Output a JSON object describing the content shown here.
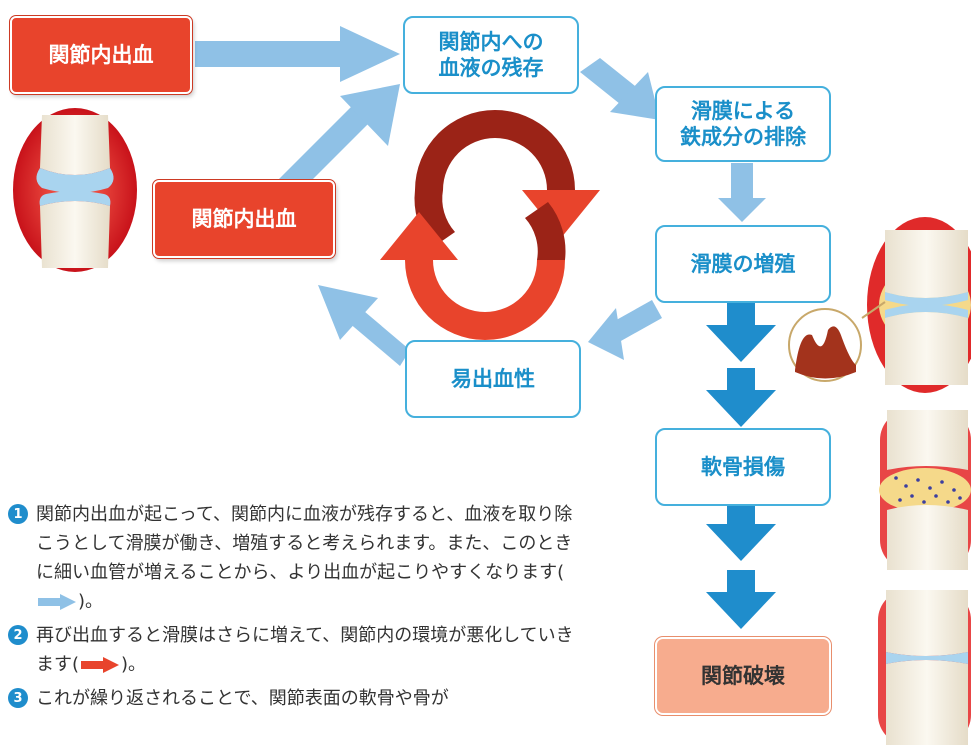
{
  "boxes": {
    "top_left_bleed": "関節内出血",
    "residual_blood": "関節内への\n血液の残存",
    "iron_removal": "滑膜による\n鉄成分の排除",
    "mid_left_bleed": "関節内出血",
    "synovial_growth": "滑膜の増殖",
    "bleeding_tendency": "易出血性",
    "cartilage_damage": "軟骨損傷",
    "joint_destruction": "関節破壊"
  },
  "notes": [
    {
      "num": "1",
      "text": "関節内出血が起こって、関節内に血液が残存すると、血液を取り除こうとして滑膜が働き、増殖すると考えられます。また、このときに細い血管が増えることから、より出血が起こりやすくなります(",
      "suffix": ")。",
      "arrow": "blue"
    },
    {
      "num": "2",
      "text": "再び出血すると滑膜はさらに増えて、関節内の環境が悪化していきます(",
      "suffix": ")。",
      "arrow": "red"
    },
    {
      "num": "3",
      "text": "これが繰り返されることで、関節表面の軟骨や骨が",
      "suffix": "",
      "arrow": "none"
    }
  ],
  "colors": {
    "flow_arrow": "#8fc1e6",
    "progress_arrow": "#1f8dcc",
    "cycle_red": "#e8442c",
    "cycle_dark": "#9b2317",
    "box_border_blue": "#45b0dd"
  }
}
